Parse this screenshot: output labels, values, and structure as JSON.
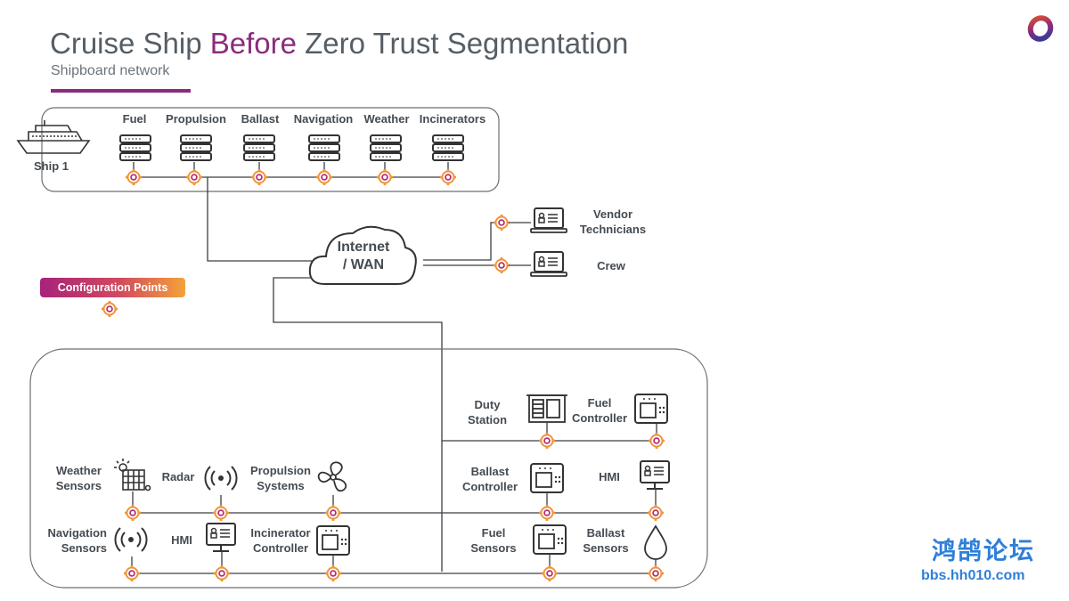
{
  "header": {
    "title_pre": "Cruise Ship ",
    "title_highlight": "Before",
    "title_post": " Zero Trust Segmentation",
    "subtitle": "Shipboard network"
  },
  "legend": {
    "label": "Configuration Points"
  },
  "ship": {
    "label": "Ship 1",
    "systems": [
      "Fuel",
      "Propulsion",
      "Ballast",
      "Navigation",
      "Weather",
      "Incinerators"
    ]
  },
  "cloud": {
    "label_line1": "Internet",
    "label_line2": "/ WAN"
  },
  "remote": {
    "vendor_line1": "Vendor",
    "vendor_line2": "Technicians",
    "crew": "Crew"
  },
  "onboard": {
    "weather_1": "Weather",
    "weather_2": "Sensors",
    "radar": "Radar",
    "propulsion_1": "Propulsion",
    "propulsion_2": "Systems",
    "navigation_1": "Navigation",
    "navigation_2": "Sensors",
    "hmi_left": "HMI",
    "incinerator_1": "Incinerator",
    "incinerator_2": "Controller",
    "duty_1": "Duty",
    "duty_2": "Station",
    "fuelctrl_1": "Fuel",
    "fuelctrl_2": "Controller",
    "ballastctrl_1": "Ballast",
    "ballastctrl_2": "Controller",
    "hmi_right": "HMI",
    "fuelsens_1": "Fuel",
    "fuelsens_2": "Sensors",
    "ballastsens_1": "Ballast",
    "ballastsens_2": "Sensors"
  },
  "watermark": {
    "line1": "鸿鹄论坛",
    "line2": "bbs.hh010.com"
  },
  "colors": {
    "accent": "#8a2b7e",
    "node_ring": "#f0963a",
    "node_core": "#b62f70",
    "line": "#3a3f44"
  }
}
